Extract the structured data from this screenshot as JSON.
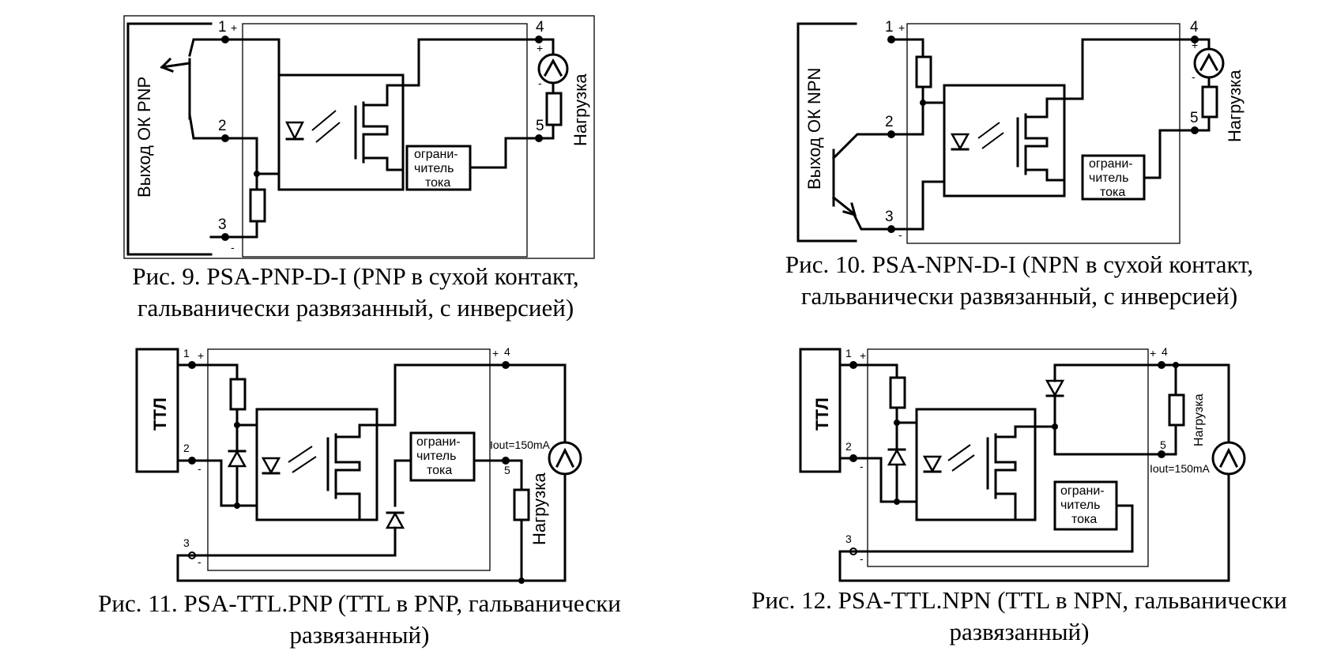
{
  "figures": [
    {
      "id": "fig9",
      "caption_line1": "Рис. 9.  PSA-PNP-D-I (PNP в сухой контакт,",
      "caption_line2": "гальванически развязанный, с инверсией)",
      "source_label": "Выход ОК PNP",
      "load_label": "Нагрузка",
      "limiter_label": [
        "ограни-",
        "читель",
        "тока"
      ],
      "terminals": [
        "1",
        "2",
        "3",
        "4",
        "5"
      ],
      "signs": [
        "+",
        "-",
        "+",
        "-"
      ]
    },
    {
      "id": "fig10",
      "caption_line1": "Рис. 10.  PSA-NPN-D-I (NPN в сухой контакт,",
      "caption_line2": "гальванически развязанный, с инверсией)",
      "source_label": "Выход ОК NPN",
      "load_label": "Нагрузка",
      "limiter_label": [
        "ограни-",
        "читель",
        "тока"
      ],
      "terminals": [
        "1",
        "2",
        "3",
        "4",
        "5"
      ],
      "signs": [
        "+",
        "-",
        "+",
        "-"
      ]
    },
    {
      "id": "fig11",
      "caption_line1": "Рис. 11.  PSA-TTL.PNP (TTL в PNP, гальванически",
      "caption_line2": "развязанный)",
      "source_label": "ТТЛ",
      "load_label": "Нагрузка",
      "limiter_label": [
        "ограни-",
        "читель",
        "тока"
      ],
      "current_label": "Iout=150mA",
      "terminals": [
        "1",
        "2",
        "3",
        "4",
        "5"
      ],
      "signs": [
        "+",
        "-",
        "-",
        "+"
      ]
    },
    {
      "id": "fig12",
      "caption_line1": "Рис. 12.  PSA-TTL.NPN (TTL в NPN, гальванически",
      "caption_line2": "развязанный)",
      "source_label": "ТТЛ",
      "load_label": "Нагрузка",
      "limiter_label": [
        "ограни-",
        "читель",
        "тока"
      ],
      "current_label": "Iout=150mA",
      "terminals": [
        "1",
        "2",
        "3",
        "4",
        "5"
      ],
      "signs": [
        "+",
        "-",
        "-",
        "+"
      ]
    }
  ]
}
